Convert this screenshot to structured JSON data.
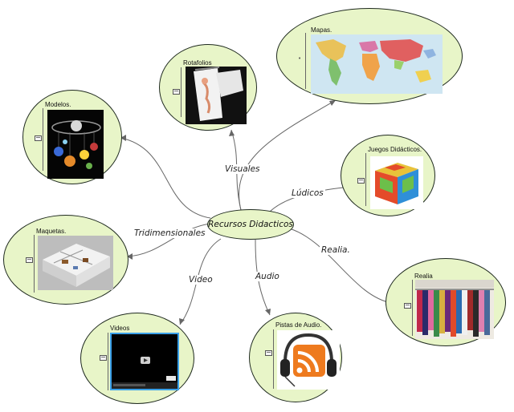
{
  "central": {
    "label": "Recursos Didacticos"
  },
  "links": {
    "visuales": "Visuales",
    "ludicos": "Lúdicos",
    "tridimensionales": "Tridimensionales",
    "realia": "Realia.",
    "video": "Video",
    "audio": "Audio"
  },
  "nodes": {
    "mapas": "Mapas.",
    "rotafolios": "Rotafolios",
    "modelos": "Modelos.",
    "juegos": "Juegos Didácticos.",
    "maquetas": "Maquetas.",
    "realia": "Realia",
    "videos": "Videos",
    "pistas": "Pistas de Audio."
  },
  "colors": {
    "node_fill": "#e8f5c8",
    "node_border": "#1f2a1f",
    "connector": "#666666",
    "rss_orange": "#ee7a1e"
  }
}
